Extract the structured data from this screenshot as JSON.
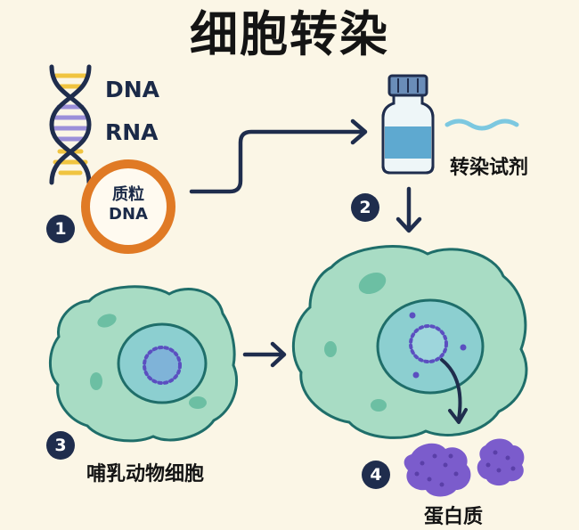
{
  "title": "细胞转染",
  "labels": {
    "dna": "DNA",
    "rna": "RNA",
    "plasmid_line1": "质粒",
    "plasmid_line2": "DNA",
    "reagent": "转染试剂",
    "mammal_cell": "哺乳动物细胞",
    "protein": "蛋白质"
  },
  "steps": [
    "1",
    "2",
    "3",
    "4"
  ],
  "icons": {
    "helix": "dna-helix-icon",
    "plasmid": "plasmid-ring-icon",
    "vial": "reagent-vial-icon",
    "strand": "rna-strand-icon",
    "protein": "protein-blob-icon"
  },
  "colors": {
    "background": "#fbf6e6",
    "cell_fill": "#a8dcc4",
    "cell_outline": "#1f6e6a",
    "nucleus_fill": "#8ccfd0",
    "dots": "#5b4fc0",
    "plasmid_ring": "#e07a25",
    "arrow": "#1f2d4d",
    "protein": "#7b5ccc",
    "helix_yellow": "#f0c440",
    "helix_purple": "#9b8fd9",
    "vial_liquid": "#5ea9d0",
    "strand": "#7cc8e0"
  }
}
